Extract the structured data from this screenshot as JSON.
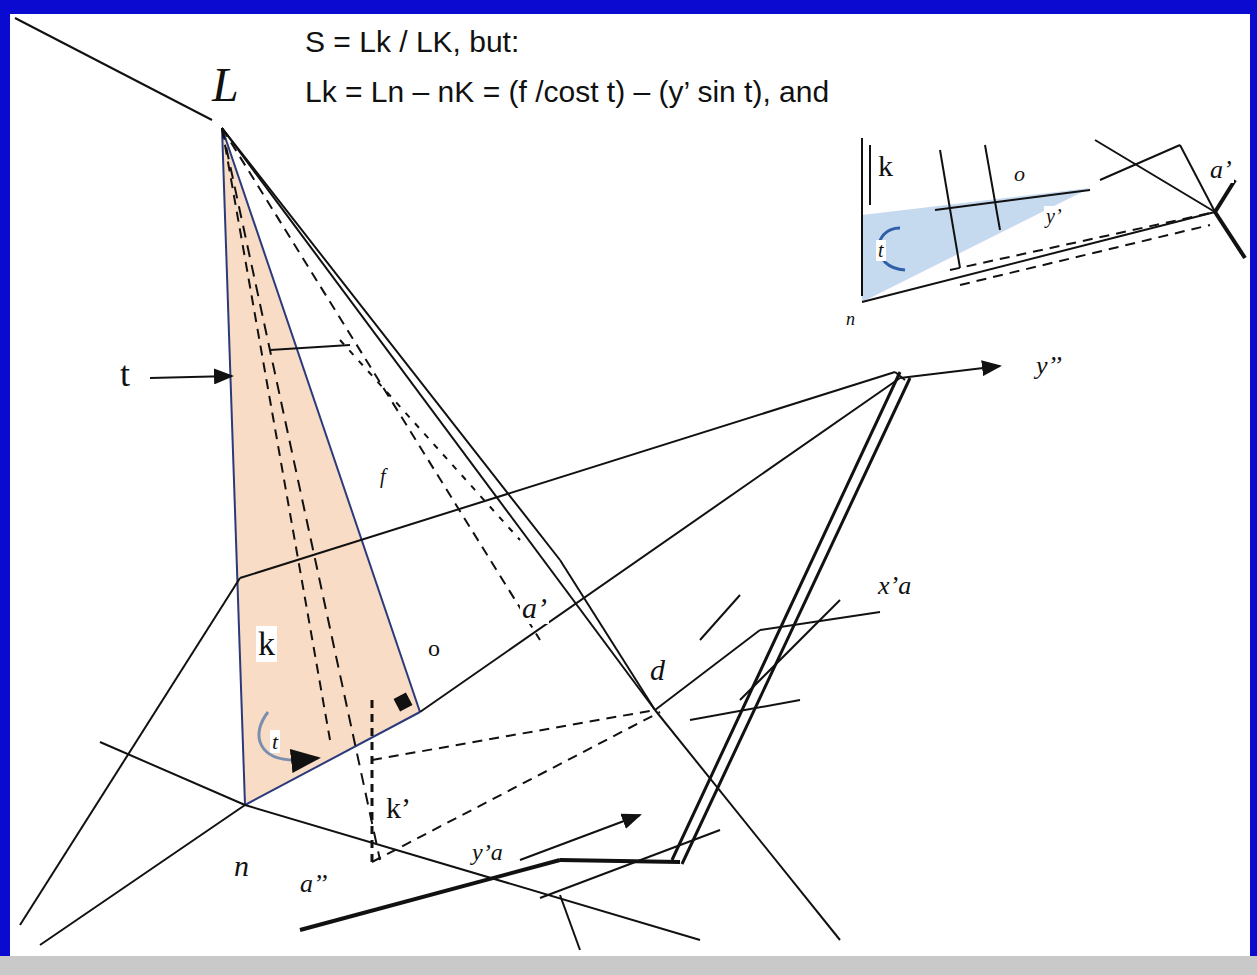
{
  "diagram": {
    "labels": [
      "S = Lk / LK, but:",
      "Lk = Ln – nK = (f /cost t) – (y’ sin t), and",
      "L",
      "t",
      "f",
      "k",
      "o",
      "t",
      "k’",
      "n",
      "a’",
      "d",
      "x’a",
      "y’a",
      "a’’",
      "y’’",
      "k",
      "o",
      "y’",
      "t",
      "n",
      "a’"
    ]
  }
}
